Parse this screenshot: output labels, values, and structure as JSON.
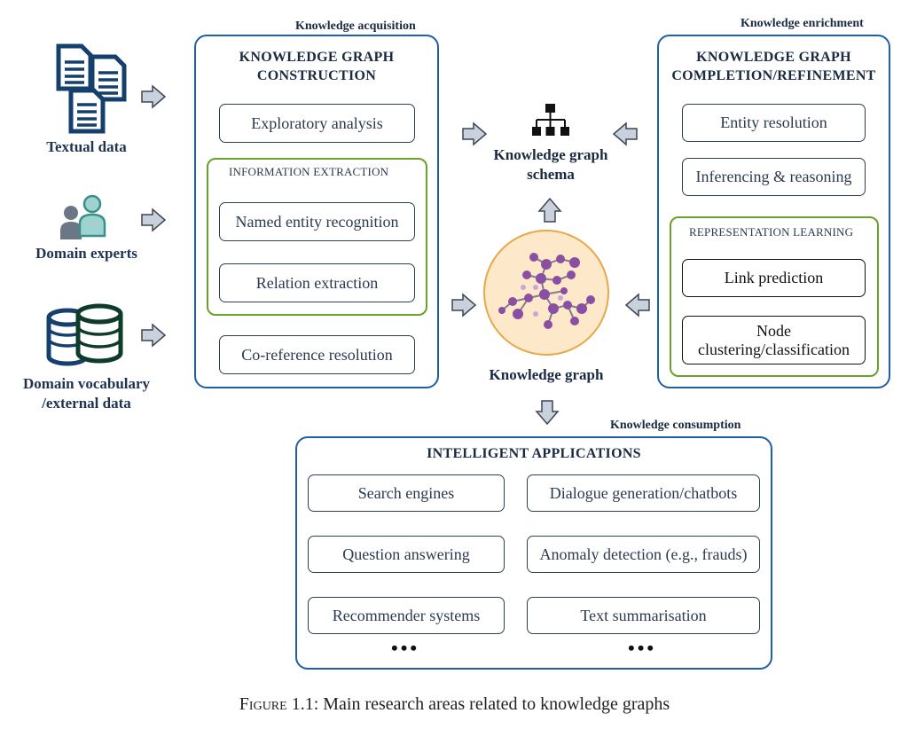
{
  "sections": {
    "acquisition": "Knowledge acquisition",
    "enrichment": "Knowledge enrichment",
    "consumption": "Knowledge consumption"
  },
  "sources": {
    "textual": "Textual data",
    "experts": "Domain experts",
    "vocab_line1": "Domain vocabulary",
    "vocab_line2": "/external data"
  },
  "construction": {
    "title_line1": "KNOWLEDGE GRAPH",
    "title_line2": "CONSTRUCTION",
    "exploratory": "Exploratory analysis",
    "ie_title": "INFORMATION EXTRACTION",
    "ner": "Named entity recognition",
    "relation": "Relation extraction",
    "coref": "Co-reference resolution"
  },
  "center": {
    "schema_line1": "Knowledge graph",
    "schema_line2": "schema",
    "kg": "Knowledge graph"
  },
  "completion": {
    "title_line1": "KNOWLEDGE GRAPH",
    "title_line2": "COMPLETION/REFINEMENT",
    "entity_resolution": "Entity resolution",
    "inferencing": "Inferencing & reasoning",
    "rl_title": "REPRESENTATION LEARNING",
    "link_prediction": "Link prediction",
    "node_line1": "Node",
    "node_line2": "clustering/classification"
  },
  "applications": {
    "title": "INTELLIGENT APPLICATIONS",
    "search": "Search engines",
    "dialogue": "Dialogue generation/chatbots",
    "qa": "Question answering",
    "anomaly": "Anomaly detection (e.g., frauds)",
    "recommender": "Recommender systems",
    "summarisation": "Text summarisation",
    "ellipsis": "•••"
  },
  "caption": {
    "prefix": "Figure 1.1:",
    "text": "Main research areas related to knowledge graphs"
  },
  "colors": {
    "panel_border": "#1f5fa8",
    "group_border": "#6aa229",
    "icon_navy": "#15406e",
    "icon_teal": "#5fb3b0",
    "icon_grey": "#6b7784",
    "arrow_fill": "#c9d2dc",
    "kg_circle": "#fde9c9",
    "kg_nodes": "#8a4fa3"
  }
}
